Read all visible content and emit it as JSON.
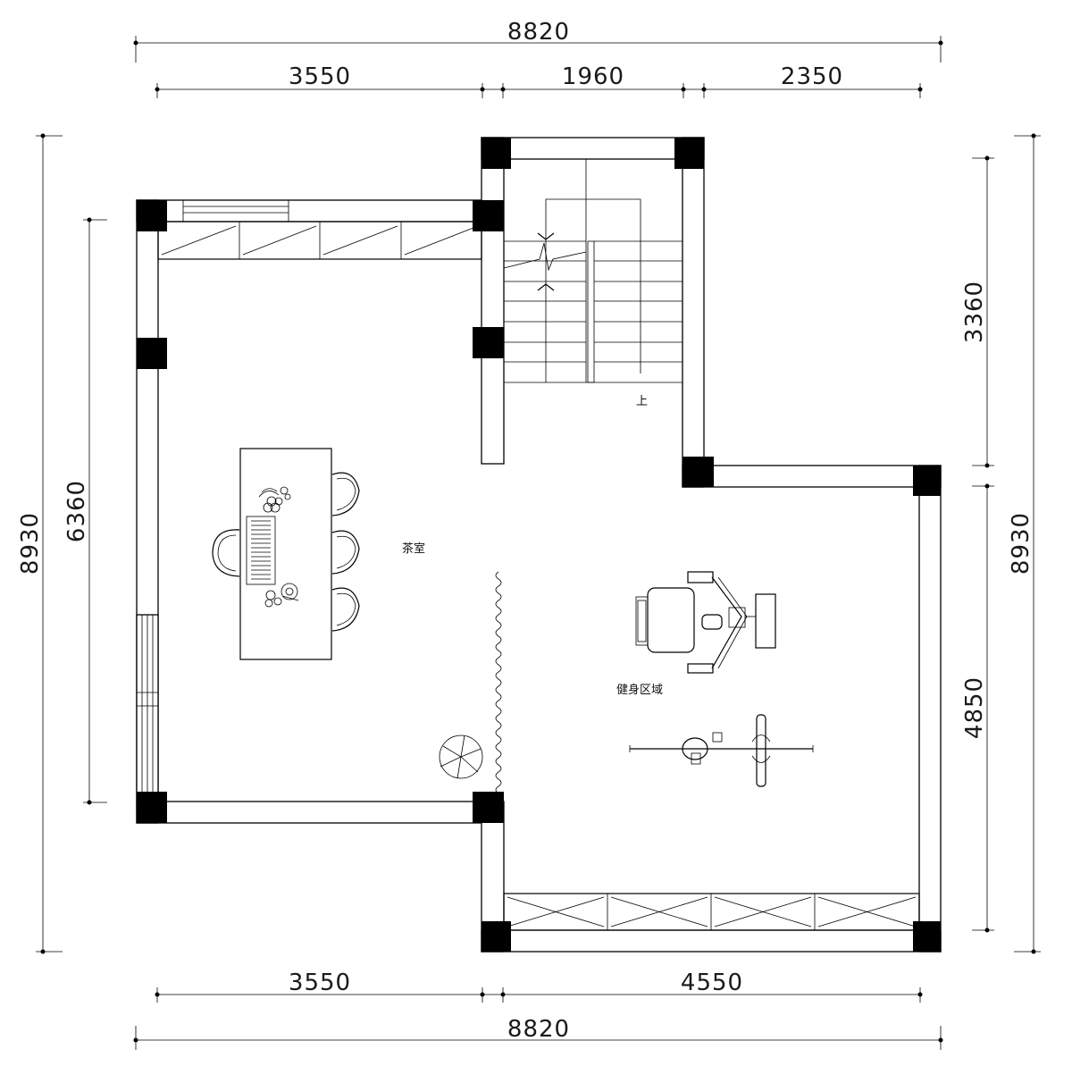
{
  "dimensions": {
    "top_total": "8820",
    "top_seg1": "3550",
    "top_seg2": "1960",
    "top_seg3": "2350",
    "bottom_seg1": "3550",
    "bottom_seg2": "4550",
    "bottom_total": "8820",
    "left_total": "8930",
    "left_seg": "6360",
    "right_total": "8930",
    "right_upper": "3360",
    "right_lower": "4850"
  },
  "rooms": {
    "tea_room": "茶室",
    "fitness_area": "健身区域",
    "stair_up": "上"
  }
}
